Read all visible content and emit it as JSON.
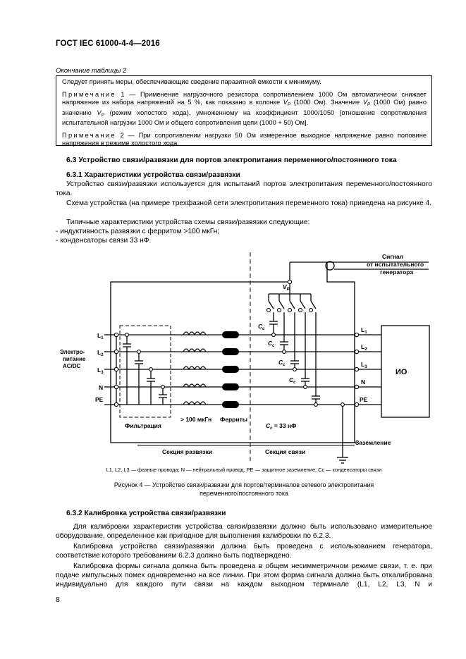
{
  "header": {
    "doc_id": "ГОСТ IEC 61000-4-4—2016"
  },
  "table_tail": {
    "continuation": "Окончание таблицы 2",
    "line1": "Следует принять меры, обеспечивающие сведение паразитной емкости к минимуму.",
    "note1_label": "Примечание",
    "note1_a": " 1 — Применение нагрузочного резистора сопротивлением 1000 Ом автоматически снижает напряжение из набора напряжений на 5 %, как показано в колонке ",
    "note1_b": " (1000 Ом). Значение ",
    "note1_c": " (1000 Ом) равно значению ",
    "note1_d": " (режим холостого хода), умноженному на коэффициент 1000/1050 [отношение сопротивления испытательной нагрузки 1000 Ом и общего сопротивления цепи (1000 + 50) Ом].",
    "vp_symbol": "V",
    "vp_sub": "P",
    "note2_label": "Примечание",
    "note2_text": " 2 — При сопротивлении нагрузки 50 Ом измеренное выходное напряжение равно половине напряжения в режиме холостого хода."
  },
  "section_6_3": {
    "heading": "6.3 Устройство связи/развязки для портов электропитания переменного/постоянного тока",
    "sub_heading": "6.3.1 Характеристики устройства связи/развязки",
    "p1": "Устройство связи/развязки используется для испытаний портов электропитания переменного/постоянного тока.",
    "p2": "Схема устройства (на примере трехфазной сети электропитания переменного тока) приведена на рисунке 4.",
    "p3": "Типичные характеристики устройства схемы связи/развязки следующие:",
    "li1": "- индуктивность развязки с ферритом >100 мкГн;",
    "li2": "- конденсаторы связи 33 нФ."
  },
  "figure": {
    "signal_label_1": "Сигнал",
    "signal_label_2": "от испытательного",
    "signal_label_3": "генератора",
    "vp_label": "V",
    "vp_sub": "P",
    "supply_1": "Электро-",
    "supply_2": "питание",
    "supply_3": "AC/DC",
    "line_prefix": "L",
    "l1_sub": "1",
    "l2_sub": "2",
    "l3_sub": "3",
    "n_label": "N",
    "pe_label": "PE",
    "cc_label": "C",
    "cc_sub": "c",
    "eut_label": "ИО",
    "filter_label": "Фильтрация",
    "inductance_label": "> 100 мкГн",
    "ferrites_label": "Ферриты",
    "cc_value": " = 33 нФ",
    "ground_label": "Заземление",
    "decoupling_section": "Секция развязки",
    "coupling_section": "Секция связи",
    "legend": "L1, L2, L3 — фазные провода; N — нейтральный провод, PE — защитное заземление; Cc — конденсаторы связи",
    "caption_1": "Рисунок 4 — Устройство связи/развязки для портов/терминалов сетевого электропитания",
    "caption_2": "переменного/постоянного тока"
  },
  "section_6_3_2": {
    "heading": "6.3.2 Калибровка устройства связи/развязки",
    "p1": "Для калибровки характеристик устройства связи/развязки должно быть использовано измерительное оборудование, определенное как пригодное для выполнения калибровки по 6.2.3.",
    "p2": "Калибровка устройства связи/развязки должна быть проведена с использованием генератора, соответствие которого требованиям 6.2.3 должно быть подтверждено.",
    "p3": "Калибровка формы сигнала должна быть проведена в общем несимметричном режиме связи, т. е. при подаче импульсных помех одновременно на все линии. При этом форма сигнала должна быть откалибрована индивидуально для каждого пути связи на каждом выходном терминале (L1, L2, L3, N и"
  },
  "page_number": "8"
}
